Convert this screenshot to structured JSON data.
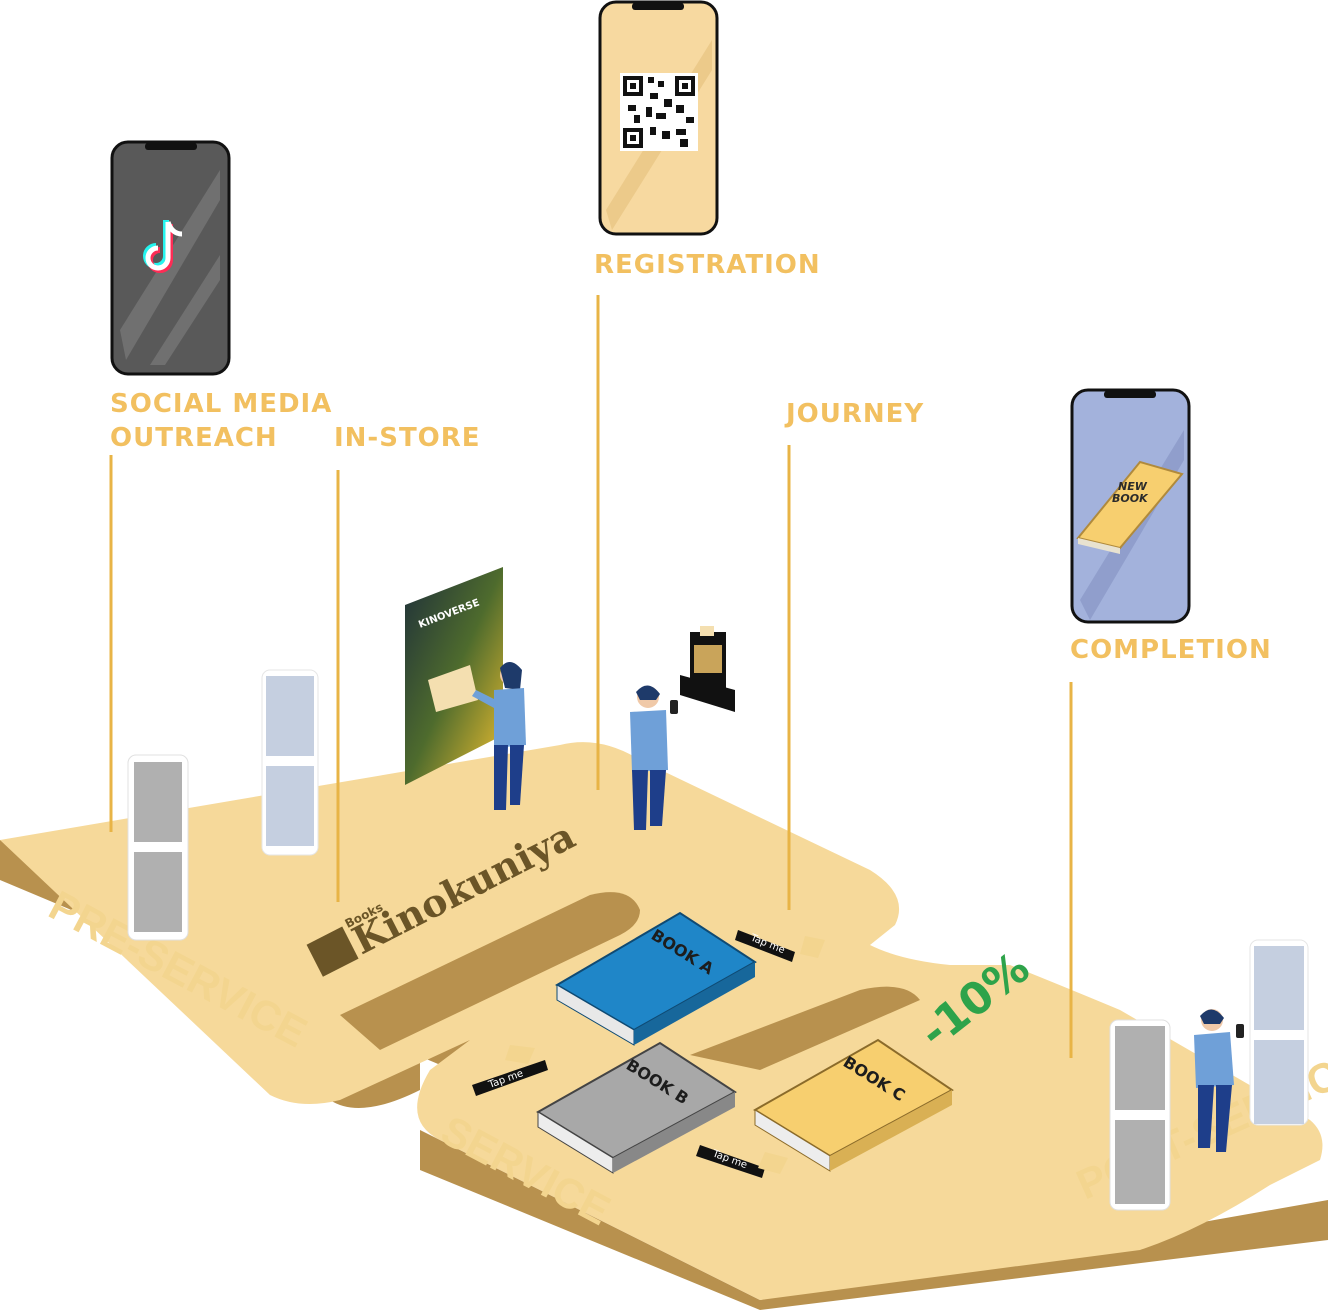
{
  "labels": {
    "registration": "REGISTRATION",
    "social_media_line1": "SOCIAL MEDIA",
    "social_media_line2": "OUTREACH",
    "in_store": "IN-STORE",
    "journey": "JOURNEY",
    "completion": "COMPLETION"
  },
  "stages": {
    "pre_service": "PRE-SERVICE",
    "service": "SERVICE",
    "post_service": "POST-SERVICE"
  },
  "brand": {
    "small": "Books",
    "name": "Kinokuniya"
  },
  "poster": {
    "title": "KINOVERSE"
  },
  "books": {
    "a": "BOOK A",
    "b": "BOOK B",
    "c": "BOOK C"
  },
  "tap_label": "Tap me",
  "discount": "-10%",
  "phone_book": {
    "line1": "NEW",
    "line2": "BOOK"
  },
  "icons": [
    "tiktok-icon",
    "qr-code-icon",
    "new-book-icon"
  ],
  "colors": {
    "platform_top": "#f6d99a",
    "platform_side": "#b8914e",
    "label": "#f2c060",
    "book_a": "#1f86c8",
    "book_b": "#a8a8a8",
    "book_c": "#f7cf6f",
    "discount": "#2ea34a",
    "phone_social": "#595959",
    "phone_registration": "#f7d9a0",
    "phone_completion": "#a3b2dc"
  }
}
